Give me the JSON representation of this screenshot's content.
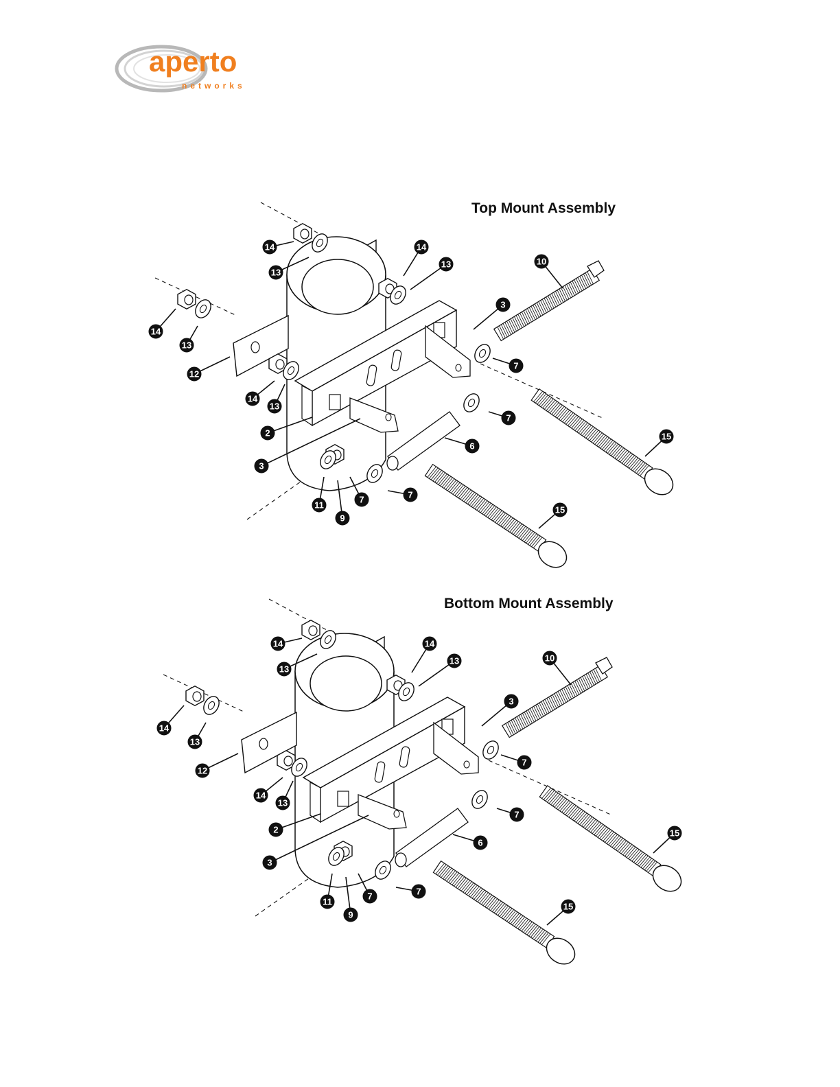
{
  "logo": {
    "word": "aperto",
    "subword": "networks",
    "primary_color": "#f07f1f",
    "swoosh_color": "#9a9a9a"
  },
  "figures": [
    {
      "title": "Top Mount Assembly",
      "callouts": [
        "14",
        "13",
        "14",
        "13",
        "10",
        "3",
        "7",
        "14",
        "13",
        "12",
        "14",
        "13",
        "2",
        "3",
        "7",
        "6",
        "15",
        "11",
        "9",
        "7",
        "7",
        "15"
      ]
    },
    {
      "title": "Bottom Mount Assembly",
      "callouts": [
        "14",
        "13",
        "14",
        "13",
        "10",
        "3",
        "7",
        "14",
        "13",
        "12",
        "14",
        "13",
        "2",
        "3",
        "7",
        "6",
        "15",
        "11",
        "9",
        "7",
        "7",
        "15"
      ]
    }
  ]
}
